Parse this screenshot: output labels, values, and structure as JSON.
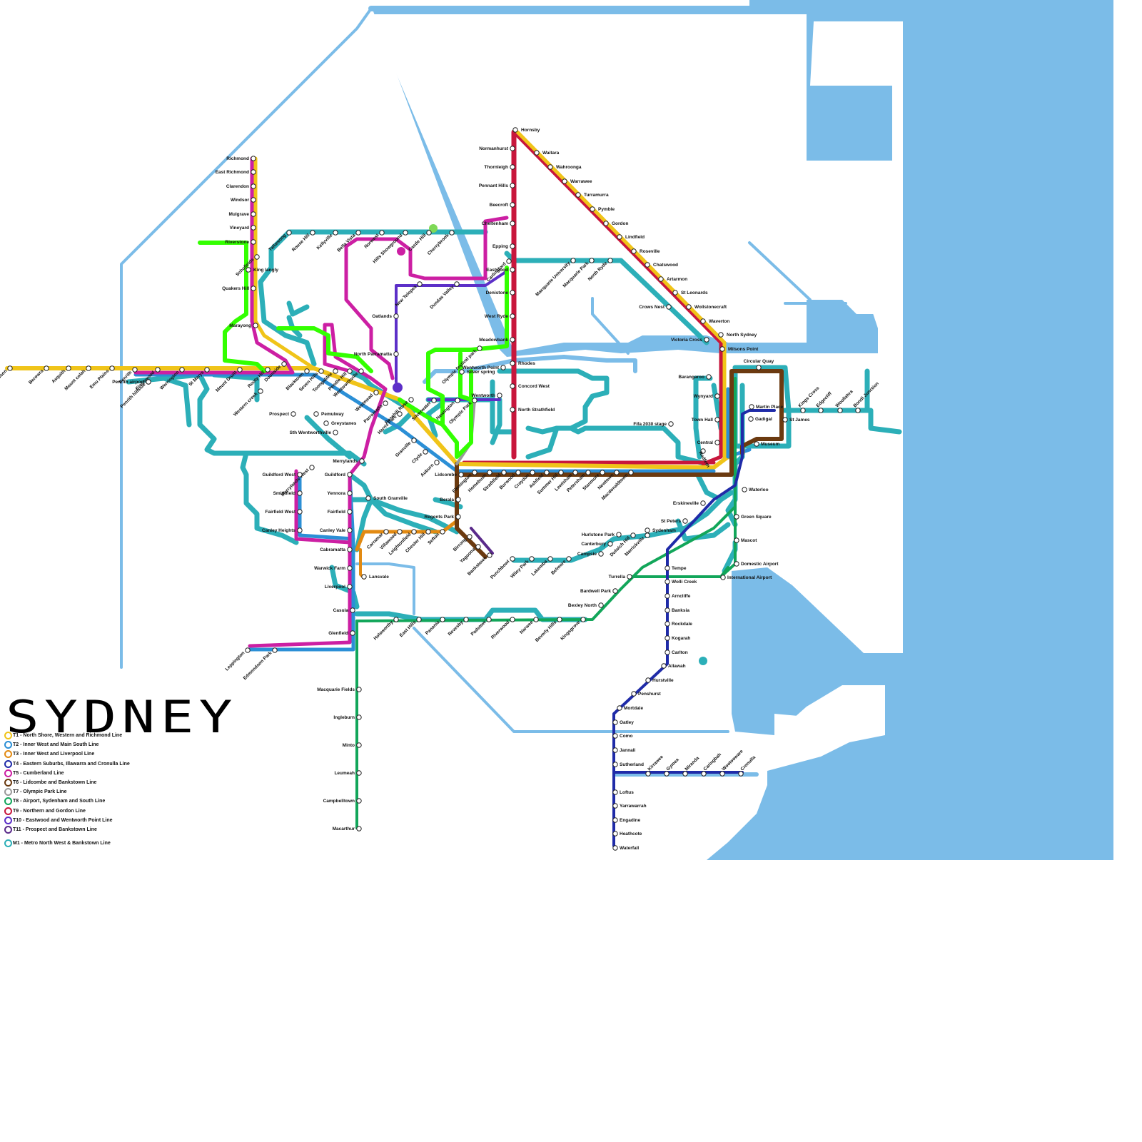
{
  "title": "SYDNEY",
  "legend": [
    {
      "label": "T1 - North Shore, Western and Richmond Line",
      "color": "#F0C419"
    },
    {
      "label": "T2 - Inner West and Main South Line",
      "color": "#2B8FD6"
    },
    {
      "label": "T3 - Inner West and Liverpool Line",
      "color": "#E28A12"
    },
    {
      "label": "T4 - Eastern Suburbs, Illawarra and Cronulla Line",
      "color": "#1F2BA8"
    },
    {
      "label": "T5 - Cumberland Line",
      "color": "#CC1FA3"
    },
    {
      "label": "T6 - Lidcombe and Bankstown Line",
      "color": "#6B3A10"
    },
    {
      "label": "T7 - Olympic Park Line",
      "color": "#9A9A9A"
    },
    {
      "label": "T8 - Airport, Sydenham and South Line",
      "color": "#12A65A"
    },
    {
      "label": "T9 - Northern and Gordon Line",
      "color": "#C8163C"
    },
    {
      "label": "T10 - Eastwood and Wentworth Point Line",
      "color": "#5C2FC8"
    },
    {
      "label": "T11 - Prospect and Bankstown Line",
      "color": "#5A2A8A"
    },
    {
      "label": "M1 - Metro North West & Bankstown Line",
      "color": "#2CAFB8"
    }
  ],
  "colors": {
    "water": "#7BBCE8",
    "T1": "#F0C419",
    "T2": "#2B8FD6",
    "T3": "#E28A12",
    "T4": "#1F2BA8",
    "T5": "#CC1FA3",
    "T6": "#6B3A10",
    "T7": "#9A9A9A",
    "T8": "#12A65A",
    "T9": "#C8163C",
    "T10": "#5C2FC8",
    "T11": "#5A2A8A",
    "M1": "#2CAFB8",
    "LR": "#33FF00"
  },
  "stations": {
    "northern": [
      "Hornsby",
      "Waitara",
      "Wahroonga",
      "Warrawee",
      "Turramurra",
      "Pymble",
      "Gordon",
      "Lindfield",
      "Roseville",
      "Chatswood",
      "Artarmon",
      "St Leonards",
      "Wollstonecraft",
      "Waverton",
      "North Sydney",
      "Milsons Point",
      "Normanhurst",
      "Thornleigh",
      "Pennant Hills",
      "Beecroft",
      "Cheltenham",
      "Epping",
      "Eastwood",
      "Denistone",
      "West Ryde",
      "Meadowbank",
      "Rhodes",
      "Concord West",
      "North Strathfield",
      "Macquarie University",
      "Macquarie Park",
      "North Ryde",
      "Crows Nest",
      "Victoria Cross",
      "Barangaroo"
    ],
    "western": [
      "Richmond",
      "East Richmond",
      "Clarendon",
      "Windsor",
      "Mulgrave",
      "Vineyard",
      "Riverstone",
      "Schofields",
      "King langly",
      "Quakers Hill",
      "Marayong",
      "Blacktown",
      "Seven Hills",
      "Toongabbie",
      "Pendle Hill",
      "Wentworthville",
      "Westmead",
      "Parramatta",
      "Harris Park",
      "Granville",
      "Clyde",
      "Auburn",
      "Lidcombe",
      "Flemington",
      "Homebush",
      "Strathfield",
      "Burwood",
      "Croydon",
      "Ashfield",
      "Summer Hill",
      "Lewisham",
      "Petersham",
      "Stanmore",
      "Newtown",
      "Macdonaldtown",
      "Doonside",
      "Rooty Hill",
      "Mount Druitt",
      "St Marys",
      "Werrington",
      "Kingswood",
      "Penrith",
      "Emu Plains",
      "Mount colah",
      "Asquith",
      "Berowra",
      "Lawson",
      "Penrith airport",
      "Penrith hillside",
      "Western creek",
      "Prospect",
      "Pemulway",
      "Greystanes",
      "Sth Wentworthville",
      "Merrylands West",
      "Merrylands",
      "Guildford",
      "Guildford West",
      "Smithfield",
      "Fairfield West",
      "Canley Heights",
      "Yennora",
      "Fairfield",
      "Canley Vale",
      "South Granville",
      "Tallawong",
      "Rouse Hill",
      "Kellyville",
      "Bella Vista",
      "Norwest",
      "Hills Showground",
      "Castle Hill",
      "Cherrybrook",
      "North Parramatta",
      "Oatlands",
      "Dundas Valley",
      "New Telopea",
      "Rosehill Rose",
      "Silverwater",
      "Newington",
      "Olympic Park",
      "Wentworth Point",
      "Silver spring",
      "Olympic festival park",
      "Wentworth",
      "Carlingford",
      "Berala",
      "Regents Park",
      "Birrong",
      "Yagoona",
      "Bankstown",
      "Sefton",
      "Chester Hill",
      "Leightonfield",
      "Villawood",
      "Carramar",
      "Cabramatta",
      "Warwick Farm",
      "Liverpool",
      "Lansvale",
      "Casula",
      "Glenfield",
      "Leppington",
      "Edmondson Park",
      "Holsworthy",
      "East Hills",
      "Panania",
      "Revesby",
      "Padstow",
      "Riverwood",
      "Narwee",
      "Beverly Hills",
      "Kingsgrove",
      "Bexley North",
      "Bardwell Park",
      "Turrella",
      "Punchbowl",
      "Wiley Park",
      "Lakemba",
      "Belmore",
      "Campsie",
      "Canterbury",
      "Hurlstone Park",
      "Dulwich Hill",
      "Marrickville",
      "Sydenham",
      "St Peters",
      "Erskineville",
      "Macquarie Fields",
      "Ingleburn",
      "Minto",
      "Leumeah",
      "Campbelltown",
      "Macarthur",
      "Fifa 2030 stage"
    ],
    "city": [
      "Circular Quay",
      "Wynyard",
      "Martin Place",
      "Town Hall",
      "Gadigal",
      "St James",
      "Central",
      "Museum",
      "Redfern",
      "Waterloo",
      "Green Square",
      "Mascot",
      "Domestic Airport",
      "International Airport",
      "Kings Cross",
      "Edgecliff",
      "Woollahra",
      "Bondi Junction"
    ],
    "south": [
      "Tempe",
      "Wolli Creek",
      "Arncliffe",
      "Banksia",
      "Rockdale",
      "Kogarah",
      "Carlton",
      "Allawah",
      "Hurstville",
      "Penshurst",
      "Mortdale",
      "Oatley",
      "Como",
      "Jannali",
      "Sutherland",
      "Kirrawee",
      "Gymea",
      "Miranda",
      "Caringbah",
      "Woolooware",
      "Cronulla",
      "Loftus",
      "Yarrawarrah",
      "Engadine",
      "Heathcote",
      "Waterfall"
    ]
  }
}
